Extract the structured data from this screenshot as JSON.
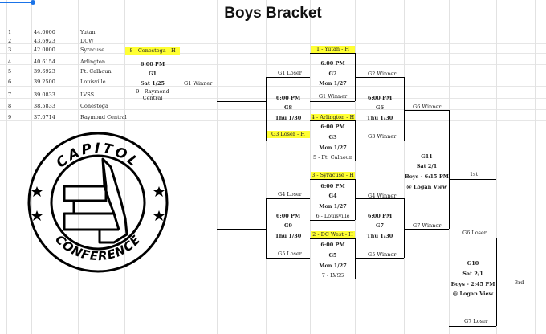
{
  "title": "Boys Bracket",
  "seeds": [
    {
      "num": "1",
      "rating": "44.0000",
      "team": "Yutan"
    },
    {
      "num": "2",
      "rating": "43.6923",
      "team": "DCW"
    },
    {
      "num": "3",
      "rating": "42.0000",
      "team": "Syracuse"
    },
    {
      "num": "4",
      "rating": "40.6154",
      "team": "Arlington"
    },
    {
      "num": "5",
      "rating": "39.6923",
      "team": "Ft. Calhoun"
    },
    {
      "num": "6",
      "rating": "39.2500",
      "team": "Louisville"
    },
    {
      "num": "7",
      "rating": "39.0833",
      "team": "LVSS"
    },
    {
      "num": "8",
      "rating": "38.5833",
      "team": "Conestoga"
    },
    {
      "num": "9",
      "rating": "37.0714",
      "team": "Raymond Central"
    }
  ],
  "g1": {
    "top": "8 - Conestoga - H",
    "time": "6:00 PM",
    "game": "G1",
    "date": "Sat 1/25",
    "bottom": "9 - Raymond Central",
    "winner": "G1 Winner"
  },
  "g2": {
    "top": "1 - Yutan - H",
    "time": "6:00 PM",
    "game": "G2",
    "date": "Mon 1/27",
    "bottom": "G1 Winner",
    "above": "G1 Loser",
    "winner": "G2 Winner"
  },
  "g3": {
    "top": "4 - Arlington - H",
    "time": "6:00 PM",
    "game": "G3",
    "date": "Mon 1/27",
    "bottom": "5 - Ft. Calhoun",
    "winner": "G3 Winner"
  },
  "g8": {
    "time": "6:00 PM",
    "game": "G8",
    "date": "Thu 1/30",
    "loser_label": "G3 Loser - H"
  },
  "g6": {
    "time": "6:00 PM",
    "game": "G6",
    "date": "Thu 1/30",
    "winner": "G6 Winner"
  },
  "g4": {
    "top": "3 - Syracuse - H",
    "time": "6:00 PM",
    "game": "G4",
    "date": "Mon 1/27",
    "bottom": "6 - Louisville",
    "winner": "G4 Winner",
    "loser": "G4 Loser"
  },
  "g5": {
    "top": "2 - DC West - H",
    "time": "6:00 PM",
    "game": "G5",
    "date": "Mon 1/27",
    "bottom": "7 - LVSS",
    "winner": "G5 Winner",
    "loser": "G5 Loser"
  },
  "g9": {
    "time": "6:00 PM",
    "game": "G9",
    "date": "Thu 1/30"
  },
  "g7": {
    "time": "6:00 PM",
    "game": "G7",
    "date": "Thu 1/30",
    "winner": "G7 Winner",
    "loser": "G6 Loser"
  },
  "g11": {
    "game": "G11",
    "date": "Sat 2/1",
    "time": "Boys - 6:15 PM",
    "venue": "@ Logan View",
    "place": "1st"
  },
  "g10": {
    "game": "G10",
    "date": "Sat 2/1",
    "time": "Boys - 2:45 PM",
    "venue": "@ Logan View",
    "place": "3rd",
    "bottom": "G7 Loser"
  },
  "logo": {
    "top": "CAPITOL",
    "bottom": "CONFERENCE"
  }
}
